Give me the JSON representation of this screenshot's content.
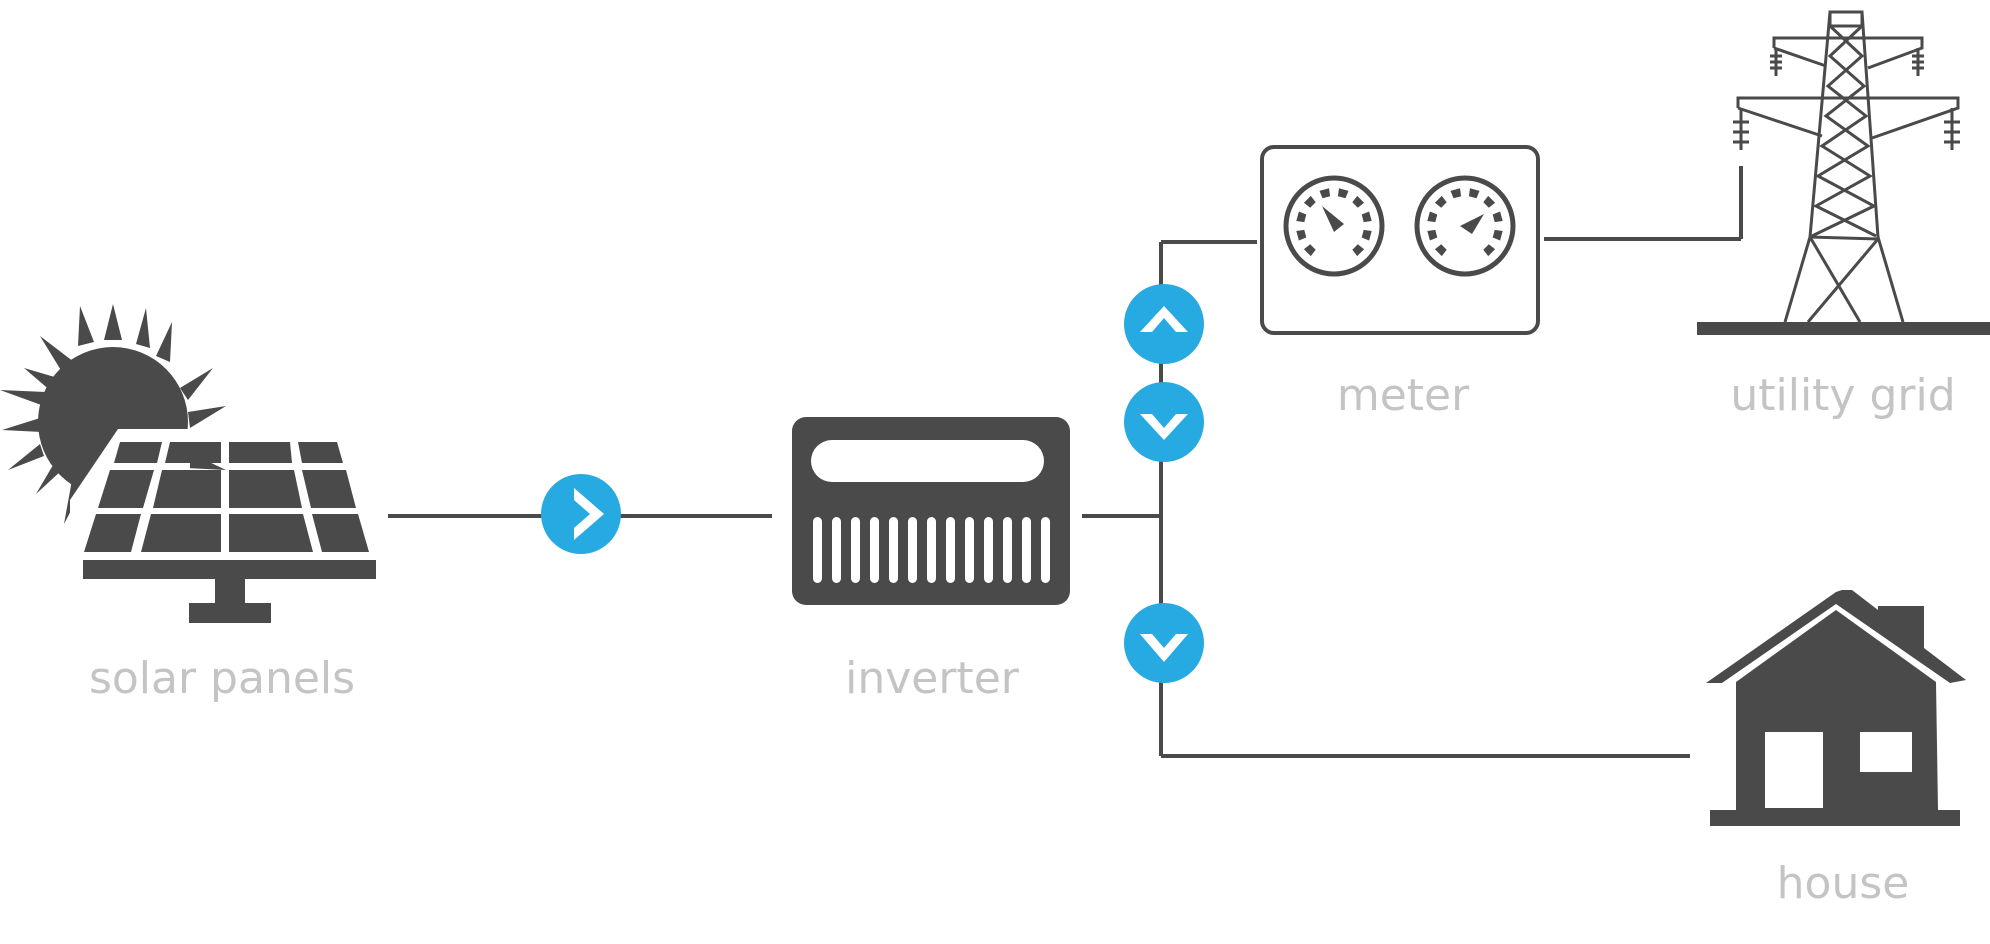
{
  "colors": {
    "icon": "#4a4a4b",
    "flow_badge": "#27aae1",
    "label": "#c4c4c4",
    "background": "#ffffff"
  },
  "labels": {
    "solar_panels": "solar panels",
    "inverter": "inverter",
    "meter": "meter",
    "utility_grid": "utility grid",
    "house": "house"
  },
  "icons": {
    "solar": "solar-panel-icon",
    "sun": "sun-icon",
    "inverter": "inverter-icon",
    "meter": "meter-icon",
    "tower": "transmission-tower-icon",
    "house": "house-icon",
    "arrows": [
      "chevron-right-icon",
      "chevron-up-icon",
      "chevron-down-icon",
      "chevron-down-icon"
    ]
  }
}
